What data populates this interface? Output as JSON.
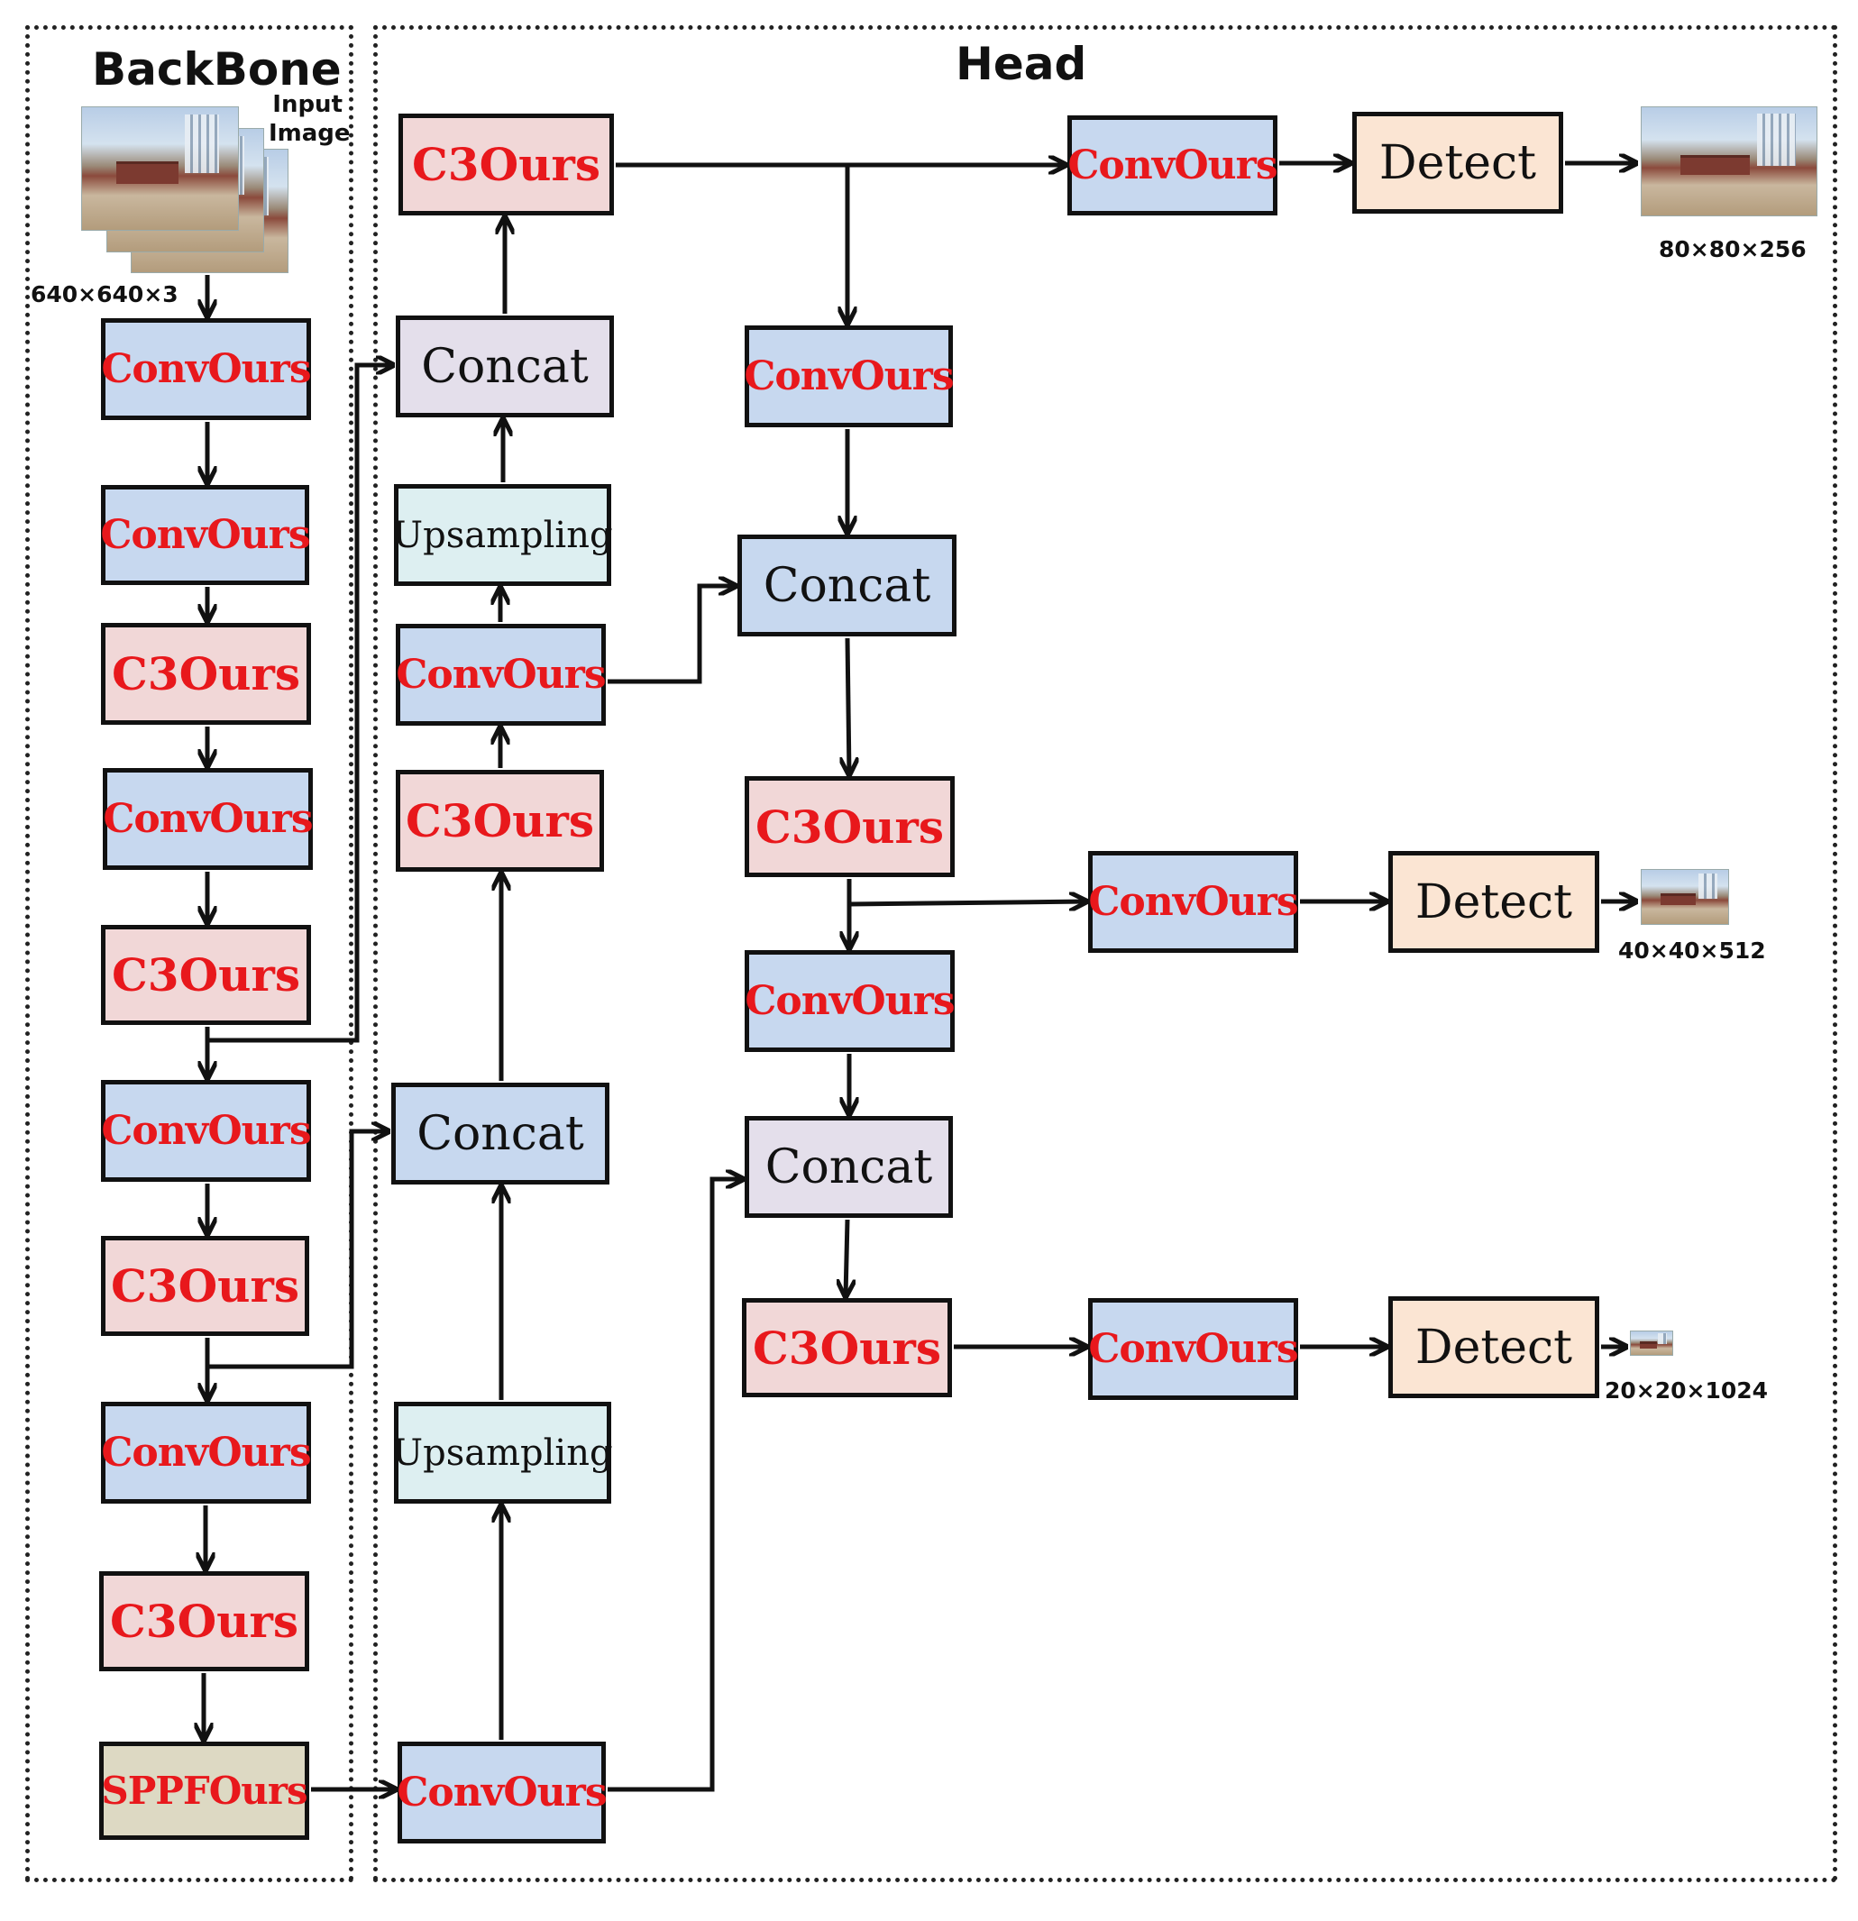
{
  "backbone": {
    "title": "BackBone",
    "input_label": "Input Image",
    "input_size": "640×640×3"
  },
  "head": {
    "title": "Head"
  },
  "labels": {
    "conv": "ConvOurs",
    "c3": "C3Ours",
    "concat": "Concat",
    "upsampling": "Upsampling",
    "detect": "Detect",
    "sppf": "SPPFOurs"
  },
  "outputs": {
    "large": "80×80×256",
    "medium": "40×40×512",
    "small": "20×20×1024"
  }
}
